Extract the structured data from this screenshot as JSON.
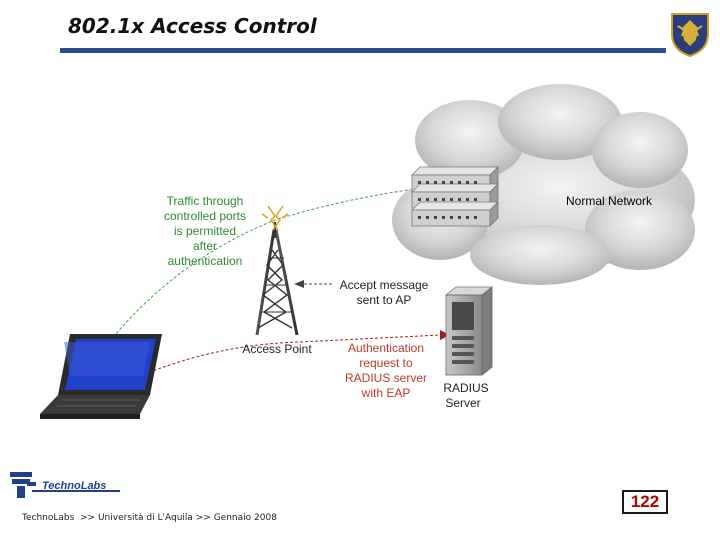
{
  "slide": {
    "title": "802.1x Access Control",
    "footer": "TechnoLabs  >> Università di L'Aquila >> Gennaio 2008",
    "page_number": "122",
    "logo": {
      "part1": "Techno",
      "part2": "Labs"
    }
  },
  "diagram": {
    "cloud_label": "Normal Network",
    "traffic_note": [
      "Traffic through",
      "controlled ports",
      "is permitted",
      "after",
      "authentication"
    ],
    "accept_message": [
      "Accept message",
      "sent to AP"
    ],
    "access_point_label": "Access Point",
    "auth_request": [
      "Authentication",
      "request to",
      "RADIUS server",
      "with EAP"
    ],
    "radius_label": [
      "RADIUS",
      "Server"
    ]
  },
  "colors": {
    "title_rule": "#2d4f8e",
    "green_text": "#2e8b2e",
    "red_text": "#c0392b",
    "page_number": "#b00000"
  }
}
